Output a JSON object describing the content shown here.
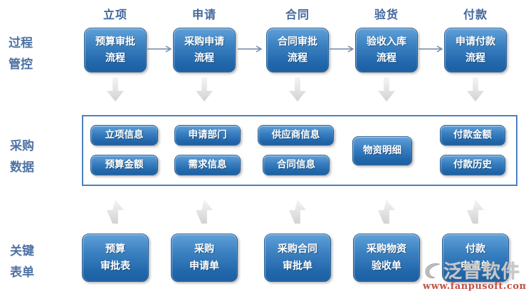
{
  "diagram": {
    "row_labels": {
      "process_control": "过程\n管控",
      "procurement_data": "采购\n数据",
      "key_forms": "关键\n表单"
    },
    "stages": [
      "立项",
      "申请",
      "合同",
      "验货",
      "付款"
    ],
    "process_boxes": [
      "预算审批\n流程",
      "采购申请\n流程",
      "合同审批\n流程",
      "验收入库\n流程",
      "申请付款\n流程"
    ],
    "data_boxes": [
      [
        "立项信息",
        "预算金额"
      ],
      [
        "申请部门",
        "需求信息"
      ],
      [
        "供应商信息",
        "合同信息"
      ],
      [
        "物资明细"
      ],
      [
        "付款金额",
        "付款历史"
      ]
    ],
    "form_boxes": [
      "预算\n审批表",
      "采购\n申请单",
      "采购合同\n审批单",
      "采购物资\n验收单",
      "付款\n申请单"
    ]
  },
  "watermark": {
    "brand": "泛普软件",
    "url": "www.fanpusoft.com"
  },
  "colors": {
    "box_gradient_top": "#5fa0d8",
    "box_gradient_bottom": "#1d60a3",
    "box_border": "#2a5e91",
    "box_text": "#ffffff",
    "stage_text": "#41679c",
    "row_label_text": "#4d72a3",
    "panel_border": "#4f81bd",
    "block_arrow_fill": "#e2e2e2",
    "connector_stroke": "#6e87a5",
    "watermark_brand": "#c7c7c7",
    "watermark_url": "#c05046"
  }
}
